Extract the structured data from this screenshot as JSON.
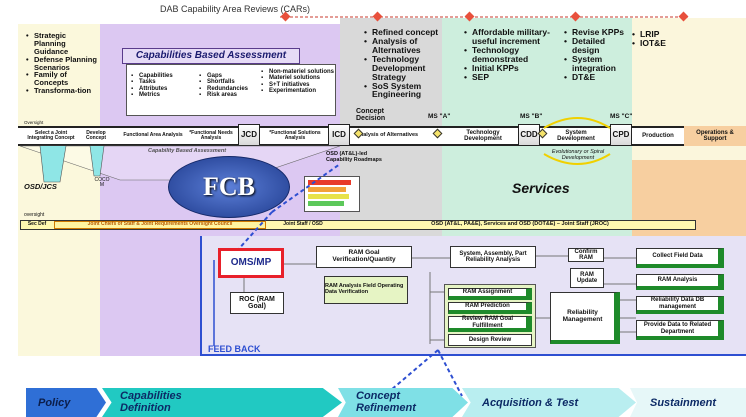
{
  "top": {
    "title": "DAB Capability Area Reviews (CARs)",
    "ms_a": "MS \"A\"",
    "ms_b": "MS \"B\"",
    "ms_c": "MS \"C\""
  },
  "policy_col": {
    "items": [
      "Strategic Planning Guidance",
      "Defense Planning Scenarios",
      "Family of Concepts",
      "Transforma-tion"
    ]
  },
  "cba": {
    "title": "Capabilities Based Assessment",
    "col1": [
      "Capabilities",
      "Tasks",
      "Attributes",
      "Metrics"
    ],
    "col2": [
      "Gaps",
      "Shortfalls",
      "Redundancies",
      "Risk areas"
    ],
    "col3": [
      "Non-materiel solutions",
      "Materiel solutions",
      "S+T initiatives",
      "Experimentation"
    ]
  },
  "concept_col": {
    "items": [
      "Refined concept",
      "Analysis of Alternatives",
      "Technology Development Strategy",
      "SoS System Engineering"
    ],
    "decision": "Concept Decision"
  },
  "acq_col": {
    "items": [
      "Affordable military-useful increment",
      "Technology demonstrated",
      "Initial KPPs",
      "SEP"
    ]
  },
  "kpp_col": {
    "items": [
      "Revise KPPs",
      "Detailed design",
      "System integration",
      "DT&E"
    ]
  },
  "lrip_col": {
    "items": [
      "LRIP",
      "IOT&E"
    ]
  },
  "process": {
    "overview": "Oversight",
    "s1": "Select a Joint Integrating Concept",
    "s2": "Develop Concept",
    "s3": "Functional Area Analysis",
    "s4": "*Functional Needs Analysis",
    "jcd": "JCD",
    "s5": "*Functional Solutions Analysis",
    "icd": "ICD",
    "s6": "Analysis of Alternatives",
    "s7": "Technology Development",
    "cdd": "CDD",
    "s8": "System Development",
    "cpd": "CPD",
    "s9": "Production",
    "s10": "Operations & Support"
  },
  "cba_sub": "Capability Based Assessment",
  "fcb": "FCB",
  "osd_jcs": "OSD/JCS",
  "cocom": "COCO M",
  "osd_roadmaps": "OSD (AT&L)-led Capability Roadmaps",
  "evolutionary": "Evolutionary or Spiral Development",
  "services": "Services",
  "oversight_bar": {
    "label": "oversight",
    "secdef": "Sec Def",
    "joint_chiefs": "Joint Chiefs of Staff & Joint Requirements Oversight Council",
    "joint_staff": "Joint Staff / OSD",
    "osd_services": "OSD (AT&L, PA&E), Services and OSD (DOT&E) – Joint Staff (JROC)"
  },
  "ram": {
    "oms": "OMS/MP",
    "roc": "ROC (RAM Goal)",
    "goal_verif": "RAM Goal Verification/Quantity",
    "ram_analysis": "RAM Analysis Field Operating Data Verification",
    "sys_reliability": "System, Assembly, Part Reliability Analysis",
    "confirm": "Confirm RAM",
    "update": "RAM Update",
    "collect": "Collect Field Data",
    "ram_analysis2": "RAM Analysis",
    "reliability_db": "Reliability Data DB management",
    "provide": "Provide Data to Related Department",
    "assignment": "RAM Assignment",
    "prediction": "RAM Prediction",
    "review_goal": "Review RAM Goal Fulfillment",
    "design_review": "Design Review",
    "rel_mgmt": "Reliability Management",
    "feedback": "FEED BACK"
  },
  "phases": [
    "Policy",
    "Capabilities Definition",
    "Concept Refinement",
    "Acquisition & Test",
    "Sustainment"
  ],
  "colors": {
    "purple_band": "#dcc8f2",
    "gray_band": "#d9d9d9",
    "green_band": "#cdeedd",
    "yellow_band": "#fbf6dc",
    "orange_band": "#f7cfa0",
    "blue_accent": "#2e4fd1",
    "yellow_bar": "#fff8b0",
    "red_highlight": "#e8202a",
    "phase_teal": "#21c9c2"
  }
}
